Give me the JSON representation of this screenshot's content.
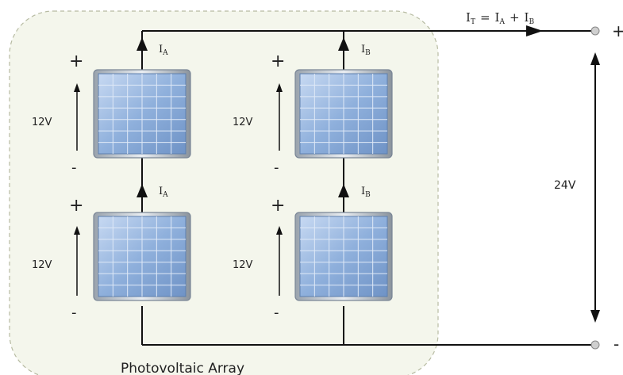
{
  "array_label": "Photovoltaic Array",
  "panel_voltage": "12V",
  "total_voltage": "24V",
  "plus_sign": "+",
  "minus_sign": "-",
  "current_symbol": "I",
  "subscript_a": "A",
  "subscript_b": "B",
  "subscript_t": "T",
  "equals_sign": "=",
  "terminal_plus": "+",
  "terminal_minus": "-",
  "colors": {
    "wire": "#111111",
    "panel_fill": "#9ab8e0",
    "panel_grid": "#dfe9f7",
    "panel_frame": "#7a8696",
    "array_bg": "#f4f6ec",
    "array_border": "#b7bba2",
    "plus": "#b01818"
  }
}
